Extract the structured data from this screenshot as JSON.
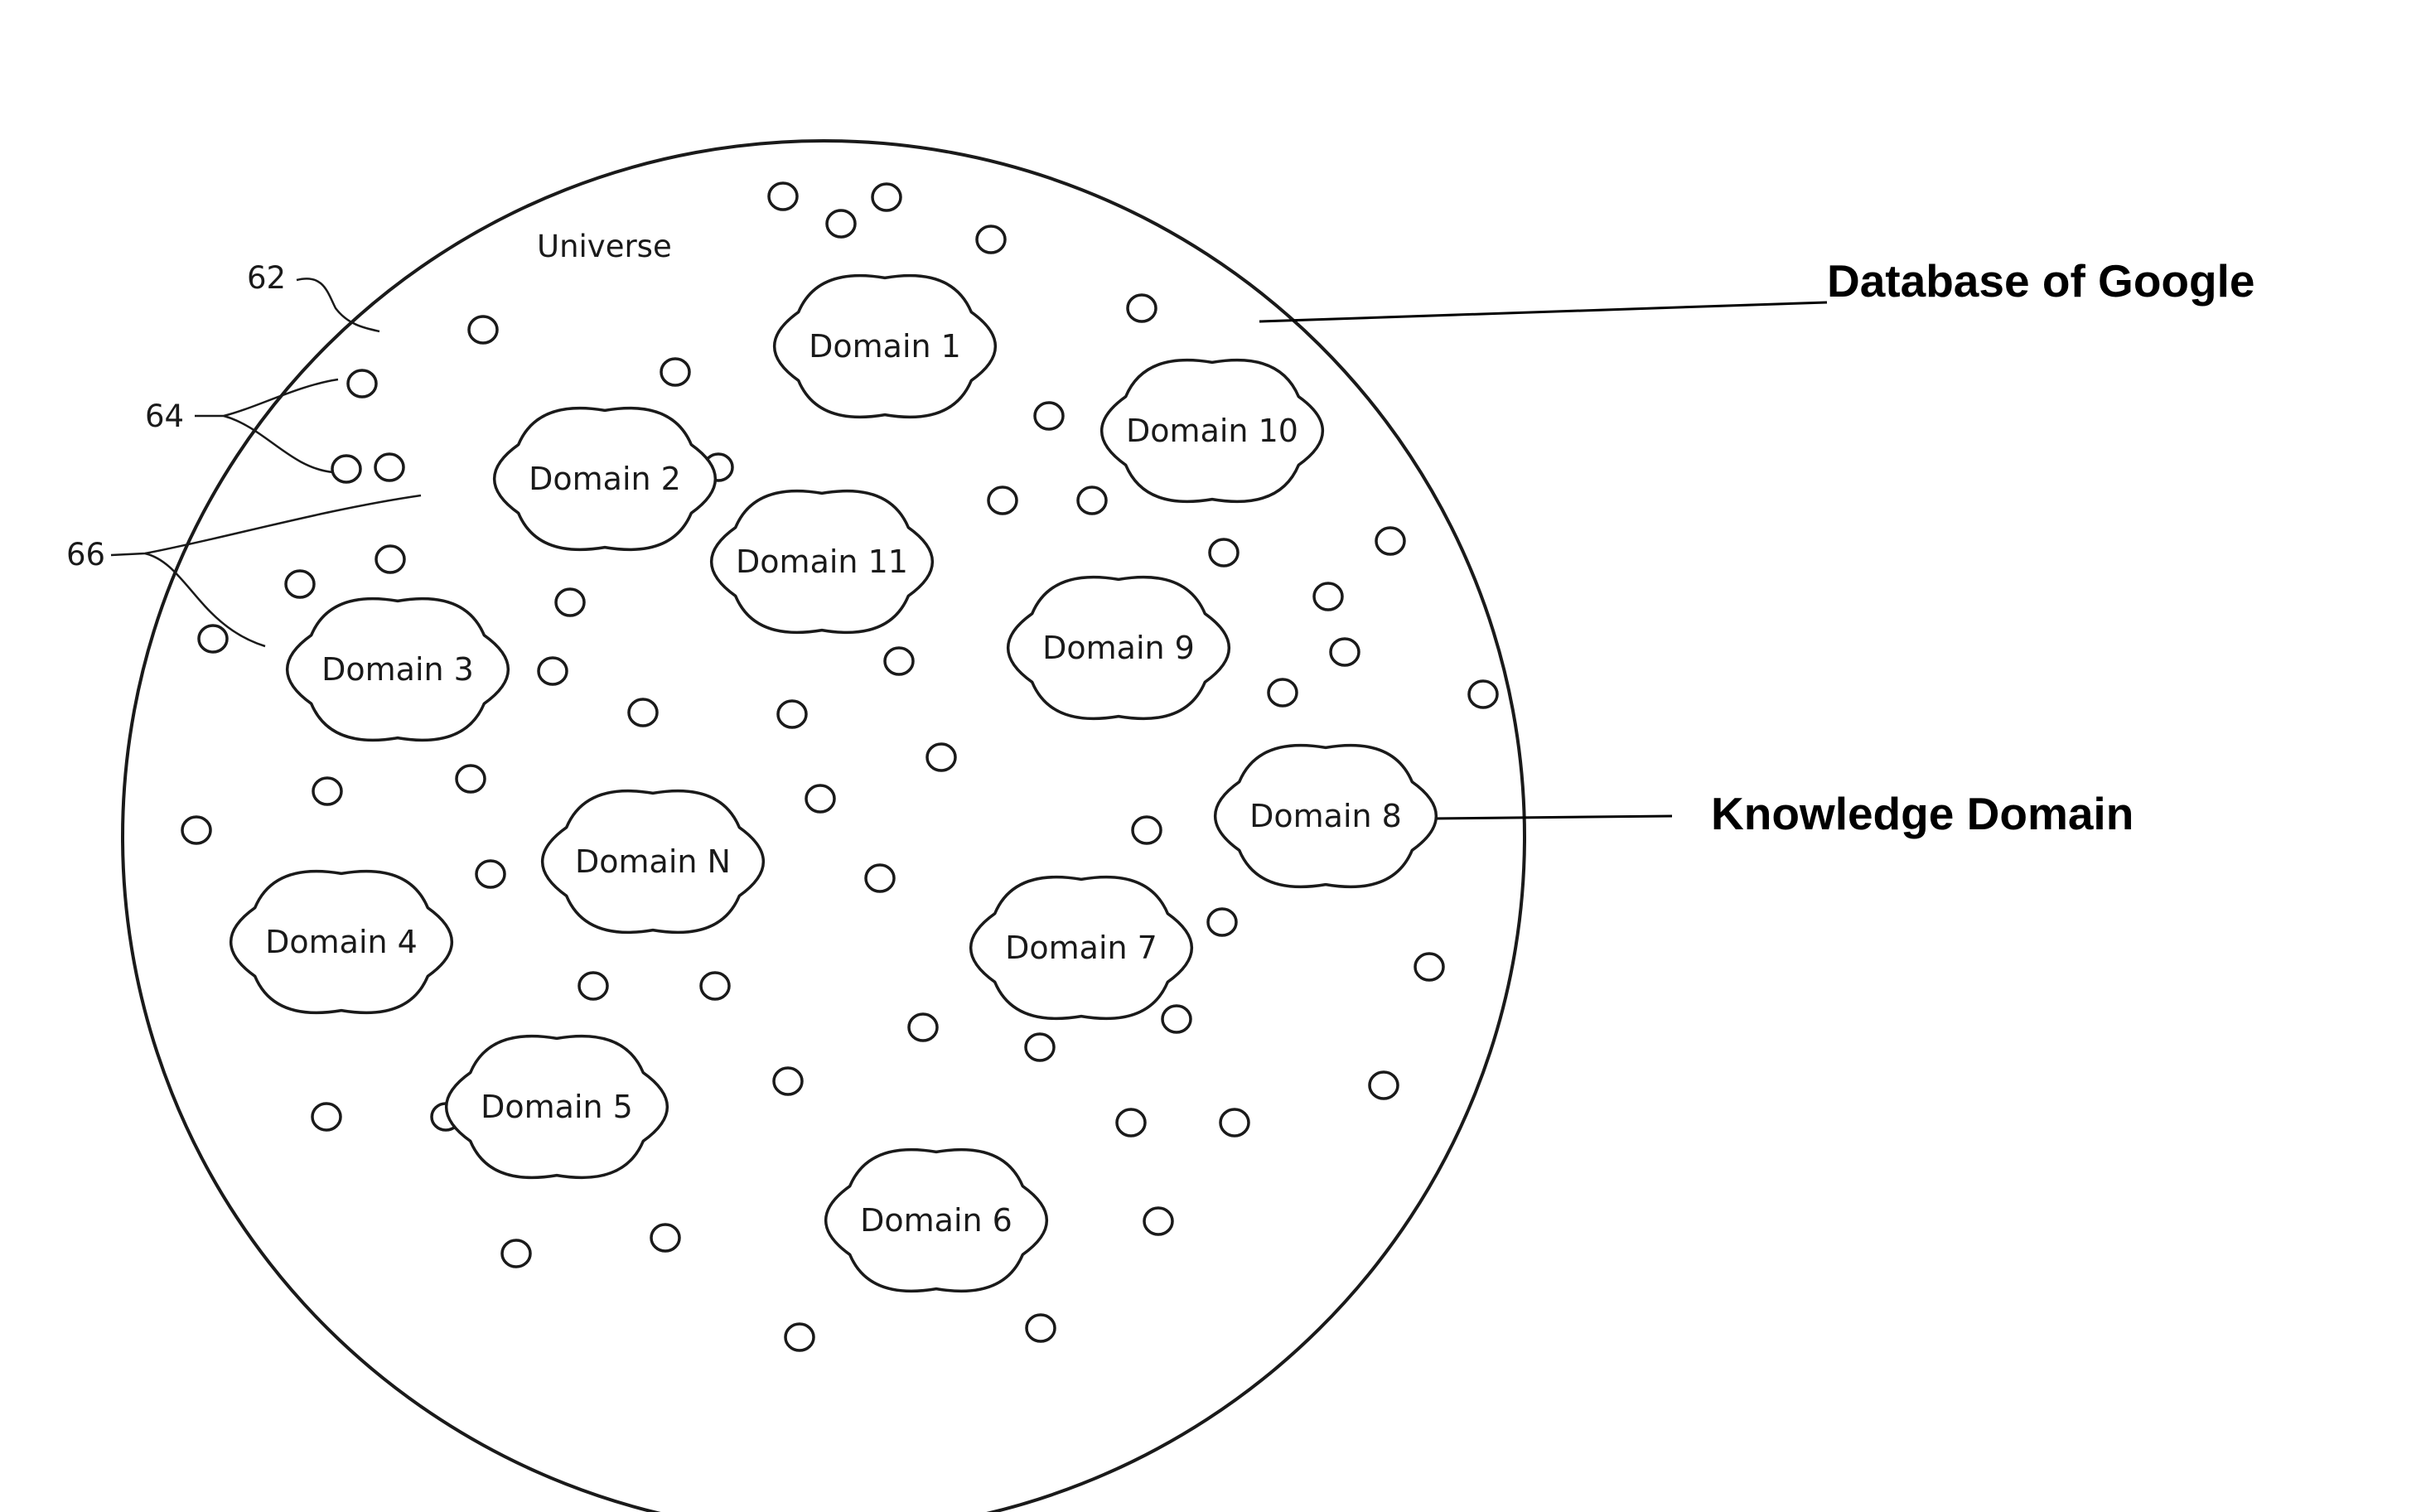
{
  "universe_label": "Universe",
  "reference_numerals": {
    "universe": "62",
    "documents": "64",
    "domains": "66"
  },
  "callouts": {
    "database": "Database of Google",
    "knowledge_domain": "Knowledge Domain"
  },
  "domains": [
    "Domain 1",
    "Domain 2",
    "Domain 3",
    "Domain 4",
    "Domain 5",
    "Domain 6",
    "Domain 7",
    "Domain 8",
    "Domain 9",
    "Domain 10",
    "Domain 11",
    "Domain N"
  ]
}
